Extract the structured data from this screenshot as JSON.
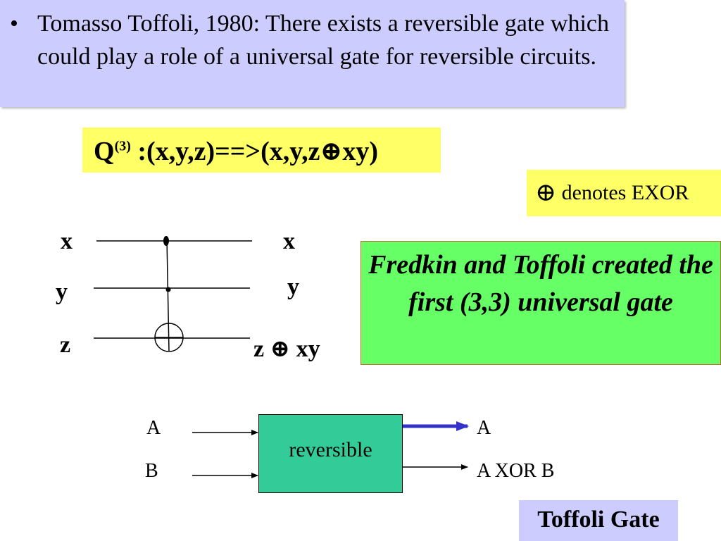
{
  "intro": {
    "bullet": "•",
    "text": "Tomasso Toffoli, 1980: There exists a reversible gate which could play a role of a universal gate for reversible circuits."
  },
  "formula": {
    "q": "Q",
    "superscript": "(3)",
    "mapping": " :(x,y,z)==>(x,y,z⊕xy)"
  },
  "exor_note": {
    "symbol": "⊕",
    "text": " denotes EXOR"
  },
  "fredkin_note": "Fredkin and Toffoli created the first (3,3) universal gate",
  "toffoli_circuit": {
    "inputs": [
      "x",
      "y",
      "z"
    ],
    "outputs": [
      "x",
      "y",
      "z ⊕ xy"
    ]
  },
  "block_diagram": {
    "inputs": [
      "A",
      "B"
    ],
    "gate_label": "reversible",
    "outputs": [
      "A",
      "A XOR B"
    ],
    "highlight_arrow_color": "#3333cc"
  },
  "caption": "Toffoli Gate"
}
